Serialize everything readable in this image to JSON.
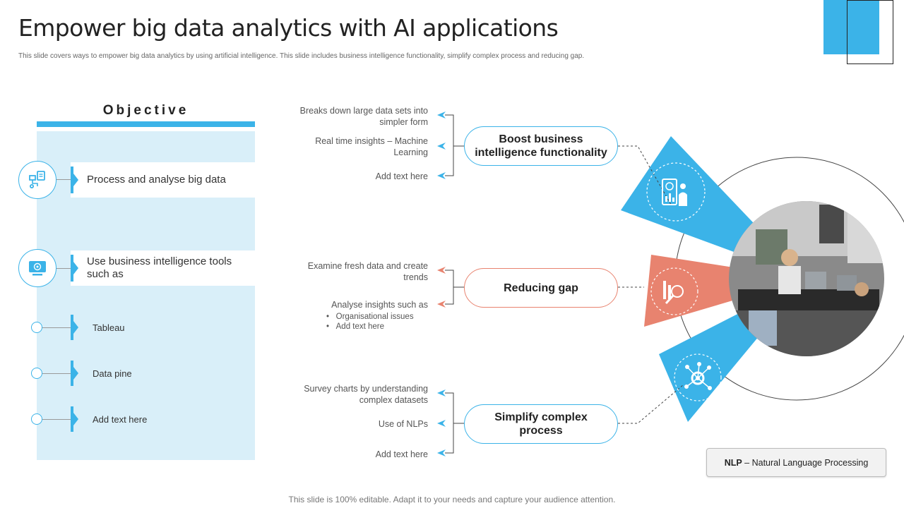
{
  "header": {
    "title": "Empower big data analytics with AI applications",
    "subtitle": "This slide covers ways to empower big data analytics by using artificial intelligence. This slide includes business intelligence functionality, simplify complex process and reducing gap."
  },
  "colors": {
    "accent_blue": "#3bb3e8",
    "accent_red": "#e8836f",
    "panel_bg": "#d9eff9"
  },
  "objective": {
    "heading": "Objective",
    "items": [
      {
        "label": "Process and analyse big data",
        "icon": "data-process-icon"
      },
      {
        "label": "Use business intelligence tools such as",
        "icon": "bi-monitor-icon"
      }
    ],
    "tools": [
      "Tableau",
      "Data pine",
      "Add text here"
    ]
  },
  "sections": [
    {
      "label": "Boost business intelligence functionality",
      "icon": "analytics-person-icon",
      "points": [
        "Breaks down large data sets into simpler form",
        "Real time insights – Machine Learning",
        "Add text here"
      ]
    },
    {
      "label": "Reducing gap",
      "icon": "chart-magnifier-icon",
      "points": [
        "Examine fresh data and create trends",
        "Analyse insights such as"
      ],
      "bullets": [
        "Organisational issues",
        "Add text here"
      ]
    },
    {
      "label": "Simplify complex process",
      "icon": "network-gear-icon",
      "points": [
        "Survey charts by understanding complex datasets",
        "Use of NLPs",
        "Add text here"
      ]
    }
  ],
  "note": {
    "abbr": "NLP",
    "text": " – Natural Language Processing"
  },
  "footer": "This slide is 100% editable. Adapt it to your needs and capture your audience attention."
}
